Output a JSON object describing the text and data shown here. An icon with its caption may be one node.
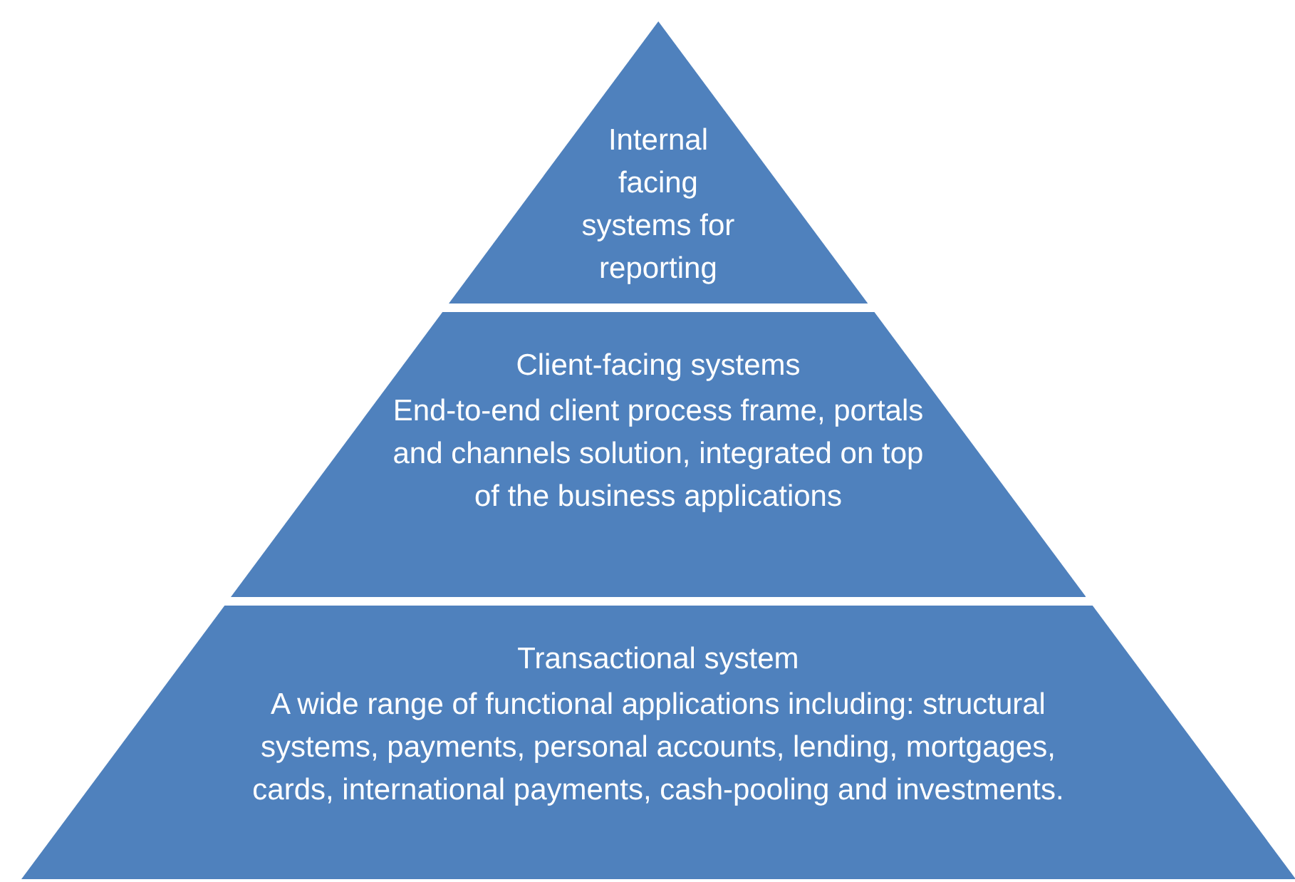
{
  "diagram": {
    "nodes": [
      {
        "text": [
          "Internal facing systems for reporting"
        ]
      },
      {
        "text": [
          "Client-facing systems",
          "End-to-end client process frame, portals and channels solution, integrated on top of the business applications"
        ]
      },
      {
        "text": [
          "Transactional system",
          "A wide range of functional applications including: structural systems, payments, personal accounts, lending, mortgages, cards, international payments, cash-pooling and investments."
        ]
      }
    ]
  }
}
